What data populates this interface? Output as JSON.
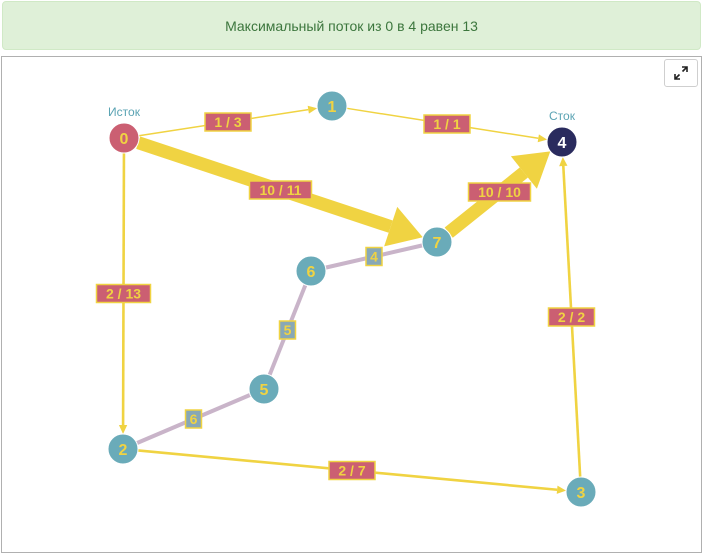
{
  "alert": {
    "text": "Максимальный поток из 0 в 4 равен 13"
  },
  "toolbar": {
    "expand_icon": "expand-arrows-icon"
  },
  "graph": {
    "source_label": "Исток",
    "sink_label": "Сток",
    "nodes": [
      {
        "id": "0",
        "label": "0",
        "role": "source"
      },
      {
        "id": "1",
        "label": "1",
        "role": "normal"
      },
      {
        "id": "2",
        "label": "2",
        "role": "normal"
      },
      {
        "id": "3",
        "label": "3",
        "role": "normal"
      },
      {
        "id": "4",
        "label": "4",
        "role": "sink"
      },
      {
        "id": "5",
        "label": "5",
        "role": "normal"
      },
      {
        "id": "6",
        "label": "6",
        "role": "normal"
      },
      {
        "id": "7",
        "label": "7",
        "role": "normal"
      }
    ],
    "edges": [
      {
        "from": "0",
        "to": "1",
        "label": "1 / 3",
        "flow": 1,
        "capacity": 3,
        "directed": true
      },
      {
        "from": "1",
        "to": "4",
        "label": "1 / 1",
        "flow": 1,
        "capacity": 1,
        "directed": true
      },
      {
        "from": "0",
        "to": "7",
        "label": "10 / 11",
        "flow": 10,
        "capacity": 11,
        "directed": true
      },
      {
        "from": "7",
        "to": "4",
        "label": "10 / 10",
        "flow": 10,
        "capacity": 10,
        "directed": true
      },
      {
        "from": "0",
        "to": "2",
        "label": "2 / 13",
        "flow": 2,
        "capacity": 13,
        "directed": true
      },
      {
        "from": "2",
        "to": "3",
        "label": "2 / 7",
        "flow": 2,
        "capacity": 7,
        "directed": true
      },
      {
        "from": "3",
        "to": "4",
        "label": "2 / 2",
        "flow": 2,
        "capacity": 2,
        "directed": true
      },
      {
        "from": "6",
        "to": "7",
        "label": "4",
        "directed": false
      },
      {
        "from": "5",
        "to": "6",
        "label": "5",
        "directed": false
      },
      {
        "from": "2",
        "to": "5",
        "label": "6",
        "directed": false
      }
    ],
    "colors": {
      "flow_edge": "#f0d342",
      "unused_edge": "#c9b4c9",
      "node": "#6aabb9",
      "source_node": "#cb5f72",
      "sink_node": "#2a2b5e",
      "node_text": "#f0d342",
      "role_label": "#5aa3b3",
      "flow_label_bg": "#cb5f72",
      "unused_label_bg": "#88a8b6",
      "label_text": "#f0d342"
    }
  }
}
